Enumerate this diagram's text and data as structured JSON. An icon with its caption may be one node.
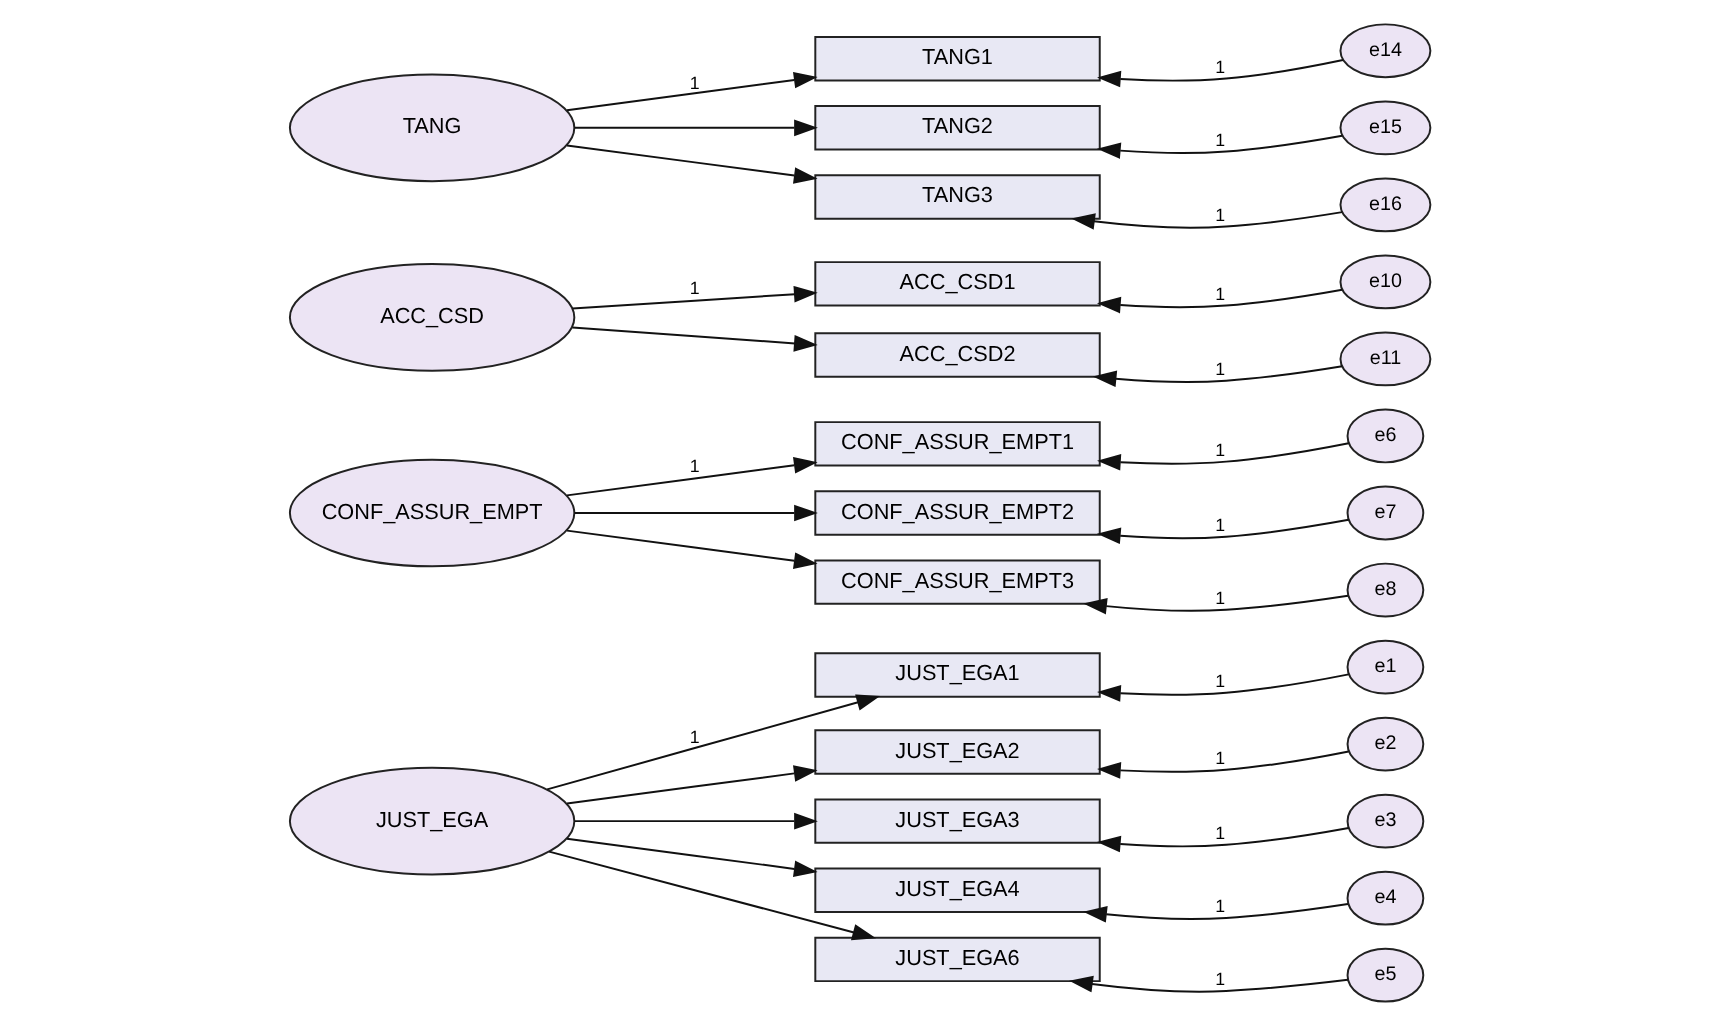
{
  "diagram": {
    "nodes": [
      {
        "text": [
          "JUST_EGA"
        ]
      },
      {
        "text": [
          "JUST_EGA1"
        ]
      },
      {
        "text": [
          "JUST_EGA2"
        ]
      },
      {
        "text": [
          "JUST_EGA3"
        ]
      },
      {
        "text": [
          "JUST_EGA4"
        ]
      },
      {
        "text": [
          "JUST_EGA6"
        ]
      },
      {
        "text": [
          "e1"
        ]
      },
      {
        "text": [
          "e2"
        ]
      },
      {
        "text": [
          "e3"
        ]
      },
      {
        "text": [
          "e4"
        ]
      },
      {
        "text": [
          "e5"
        ]
      },
      {
        "text": [
          "CONF_ASSUR_EMPT"
        ]
      },
      {
        "text": [
          "CONF_ASSUR_EMPT1"
        ]
      },
      {
        "text": [
          "CONF_ASSUR_EMPT2"
        ]
      },
      {
        "text": [
          "CONF_ASSUR_EMPT3"
        ]
      },
      {
        "text": [
          "e6"
        ]
      },
      {
        "text": [
          "e7"
        ]
      },
      {
        "text": [
          "e8"
        ]
      },
      {
        "text": [
          "ACC_CSD"
        ]
      },
      {
        "text": [
          "ACC_CSD1"
        ]
      },
      {
        "text": [
          "ACC_CSD2"
        ]
      },
      {
        "text": [
          "e10"
        ]
      },
      {
        "text": [
          "e11"
        ]
      },
      {
        "text": [
          "TANG"
        ]
      },
      {
        "text": [
          "TANG1"
        ]
      },
      {
        "text": [
          "TANG2"
        ]
      },
      {
        "text": [
          "TANG3"
        ]
      },
      {
        "text": [
          "e14"
        ]
      },
      {
        "text": [
          "e15"
        ]
      },
      {
        "text": [
          "e16"
        ]
      }
    ],
    "edges": [
      {
        "from": 0,
        "to": 1,
        "arrow": "to",
        "label": "1"
      },
      {
        "from": 0,
        "to": 2,
        "arrow": "to"
      },
      {
        "from": 0,
        "to": 3,
        "arrow": "to"
      },
      {
        "from": 0,
        "to": 4,
        "arrow": "to"
      },
      {
        "from": 0,
        "to": 5,
        "arrow": "to"
      },
      {
        "from": 6,
        "to": 1,
        "arrow": "to",
        "label": "1"
      },
      {
        "from": 7,
        "to": 2,
        "arrow": "to",
        "label": "1"
      },
      {
        "from": 8,
        "to": 3,
        "arrow": "to",
        "label": "1"
      },
      {
        "from": 9,
        "to": 4,
        "arrow": "to",
        "label": "1"
      },
      {
        "from": 10,
        "to": 5,
        "arrow": "to",
        "label": "1"
      },
      {
        "from": 11,
        "to": 12,
        "arrow": "to",
        "label": "1"
      },
      {
        "from": 11,
        "to": 13,
        "arrow": "to"
      },
      {
        "from": 11,
        "to": 14,
        "arrow": "to"
      },
      {
        "from": 15,
        "to": 12,
        "arrow": "to",
        "label": "1"
      },
      {
        "from": 16,
        "to": 13,
        "arrow": "to",
        "label": "1"
      },
      {
        "from": 17,
        "to": 14,
        "arrow": "to",
        "label": "1"
      },
      {
        "from": 18,
        "to": 19,
        "arrow": "to",
        "label": "1"
      },
      {
        "from": 18,
        "to": 20,
        "arrow": "to"
      },
      {
        "from": 21,
        "to": 19,
        "arrow": "to",
        "label": "1"
      },
      {
        "from": 22,
        "to": 20,
        "arrow": "to",
        "label": "1"
      },
      {
        "from": 23,
        "to": 24,
        "arrow": "to",
        "label": "1"
      },
      {
        "from": 23,
        "to": 25,
        "arrow": "to"
      },
      {
        "from": 23,
        "to": 26,
        "arrow": "to"
      },
      {
        "from": 27,
        "to": 24,
        "arrow": "to",
        "label": "1"
      },
      {
        "from": 28,
        "to": 25,
        "arrow": "to",
        "label": "1"
      },
      {
        "from": 29,
        "to": 26,
        "arrow": "to",
        "label": "1"
      }
    ]
  }
}
